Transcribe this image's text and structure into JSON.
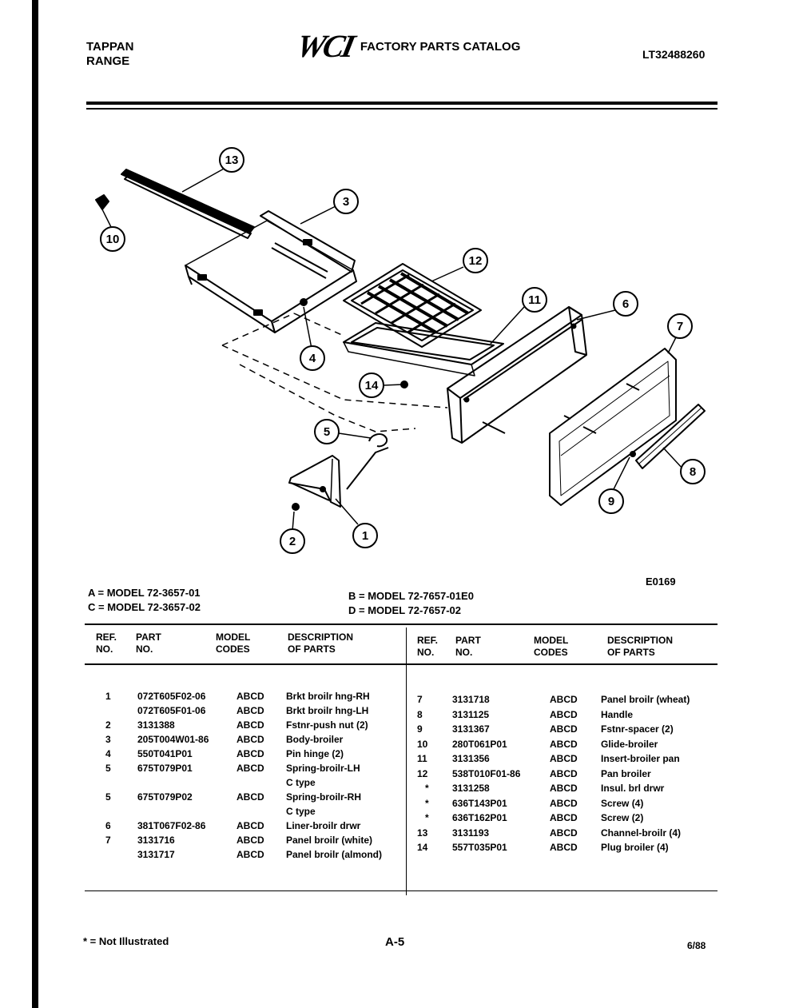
{
  "header": {
    "brand_line1": "TAPPAN",
    "brand_line2": "RANGE",
    "logo": "WCI",
    "title": "FACTORY PARTS CATALOG",
    "catalog_code": "LT32488260"
  },
  "diagram": {
    "callouts": [
      "13",
      "10",
      "3",
      "12",
      "4",
      "11",
      "6",
      "7",
      "14",
      "5",
      "8",
      "9",
      "2",
      "1"
    ],
    "figure_code": "E0169"
  },
  "models": {
    "a": "A = MODEL 72-3657-01",
    "c": "C = MODEL 72-3657-02",
    "b": "B = MODEL 72-7657-01E0",
    "d": "D = MODEL 72-7657-02"
  },
  "table": {
    "headers": {
      "ref_1": "REF.",
      "ref_2": "NO.",
      "part_1": "PART",
      "part_2": "NO.",
      "model_1": "MODEL",
      "model_2": "CODES",
      "desc_1": "DESCRIPTION",
      "desc_2": "OF PARTS"
    },
    "left": [
      {
        "ref": "1",
        "part": "072T605F02-06",
        "codes": "ABCD",
        "desc": "Brkt broilr hng-RH"
      },
      {
        "ref": "",
        "part": "072T605F01-06",
        "codes": "ABCD",
        "desc": "Brkt broilr hng-LH"
      },
      {
        "ref": "2",
        "part": "3131388",
        "codes": "ABCD",
        "desc": "Fstnr-push nut (2)"
      },
      {
        "ref": "3",
        "part": "205T004W01-86",
        "codes": "ABCD",
        "desc": "Body-broiler"
      },
      {
        "ref": "4",
        "part": "550T041P01",
        "codes": "ABCD",
        "desc": "Pin hinge (2)"
      },
      {
        "ref": "5",
        "part": "675T079P01",
        "codes": "ABCD",
        "desc": "Spring-broilr-LH"
      },
      {
        "ref": "",
        "part": "",
        "codes": "",
        "desc": "C type"
      },
      {
        "ref": "5",
        "part": "675T079P02",
        "codes": "ABCD",
        "desc": "Spring-broilr-RH"
      },
      {
        "ref": "",
        "part": "",
        "codes": "",
        "desc": "C type"
      },
      {
        "ref": "6",
        "part": "381T067F02-86",
        "codes": "ABCD",
        "desc": "Liner-broilr drwr"
      },
      {
        "ref": "7",
        "part": "3131716",
        "codes": "ABCD",
        "desc": "Panel broilr (white)"
      },
      {
        "ref": "",
        "part": "3131717",
        "codes": "ABCD",
        "desc": "Panel broilr (almond)"
      }
    ],
    "right": [
      {
        "ref": "7",
        "part": "3131718",
        "codes": "ABCD",
        "desc": "Panel broilr (wheat)"
      },
      {
        "ref": "8",
        "part": "3131125",
        "codes": "ABCD",
        "desc": "Handle"
      },
      {
        "ref": "9",
        "part": "3131367",
        "codes": "ABCD",
        "desc": "Fstnr-spacer (2)"
      },
      {
        "ref": "10",
        "part": "280T061P01",
        "codes": "ABCD",
        "desc": "Glide-broiler"
      },
      {
        "ref": "11",
        "part": "3131356",
        "codes": "ABCD",
        "desc": "Insert-broiler pan"
      },
      {
        "ref": "12",
        "part": "538T010F01-86",
        "codes": "ABCD",
        "desc": "Pan broiler"
      },
      {
        "ref": "*",
        "part": "3131258",
        "codes": "ABCD",
        "desc": "Insul. brl drwr"
      },
      {
        "ref": "*",
        "part": "636T143P01",
        "codes": "ABCD",
        "desc": "Screw (4)"
      },
      {
        "ref": "*",
        "part": "636T162P01",
        "codes": "ABCD",
        "desc": "Screw (2)"
      },
      {
        "ref": "13",
        "part": "3131193",
        "codes": "ABCD",
        "desc": "Channel-broilr (4)"
      },
      {
        "ref": "14",
        "part": "557T035P01",
        "codes": "ABCD",
        "desc": "Plug broiler (4)"
      }
    ]
  },
  "footer": {
    "note": "* = Not Illustrated",
    "page": "A-5",
    "date": "6/88"
  }
}
